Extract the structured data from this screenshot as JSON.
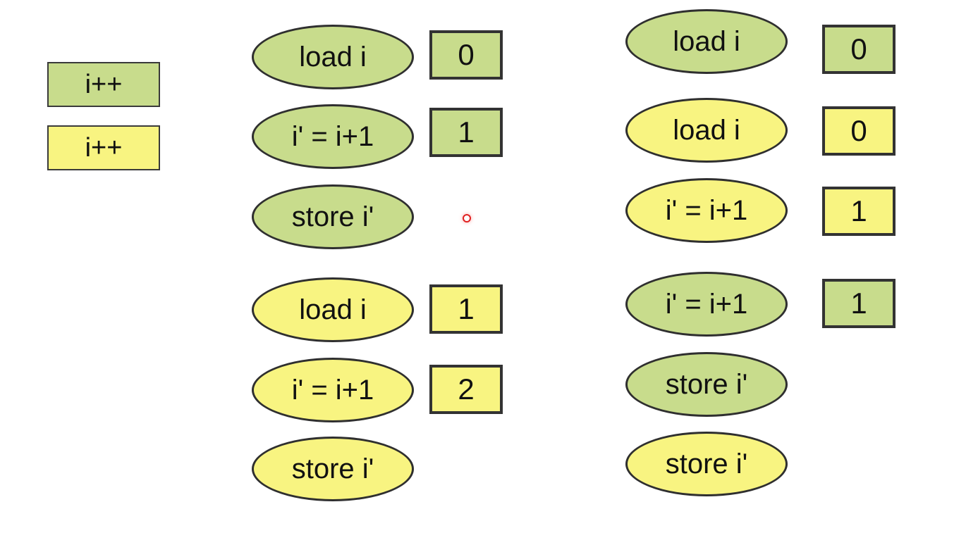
{
  "colors": {
    "thread1": "#c8dc8c",
    "thread2": "#f8f481",
    "border": "#2f2f2f"
  },
  "legend": [
    {
      "label": "i++",
      "thread": "green"
    },
    {
      "label": "i++",
      "thread": "yellow"
    }
  ],
  "sequential": [
    {
      "op": "load i",
      "value": "0",
      "thread": "green"
    },
    {
      "op": "i' = i+1",
      "value": "1",
      "thread": "green"
    },
    {
      "op": "store i'",
      "value": "",
      "thread": "green"
    },
    {
      "op": "load i",
      "value": "1",
      "thread": "yellow"
    },
    {
      "op": "i' = i+1",
      "value": "2",
      "thread": "yellow"
    },
    {
      "op": "store i'",
      "value": "",
      "thread": "yellow"
    }
  ],
  "interleaved": [
    {
      "op": "load i",
      "value": "0",
      "thread": "green"
    },
    {
      "op": "load i",
      "value": "0",
      "thread": "yellow"
    },
    {
      "op": "i' = i+1",
      "value": "1",
      "thread": "yellow"
    },
    {
      "op": "i' = i+1",
      "value": "1",
      "thread": "green"
    },
    {
      "op": "store i'",
      "value": "",
      "thread": "green"
    },
    {
      "op": "store i'",
      "value": "",
      "thread": "yellow"
    }
  ],
  "cursor": "laser-pointer-icon"
}
